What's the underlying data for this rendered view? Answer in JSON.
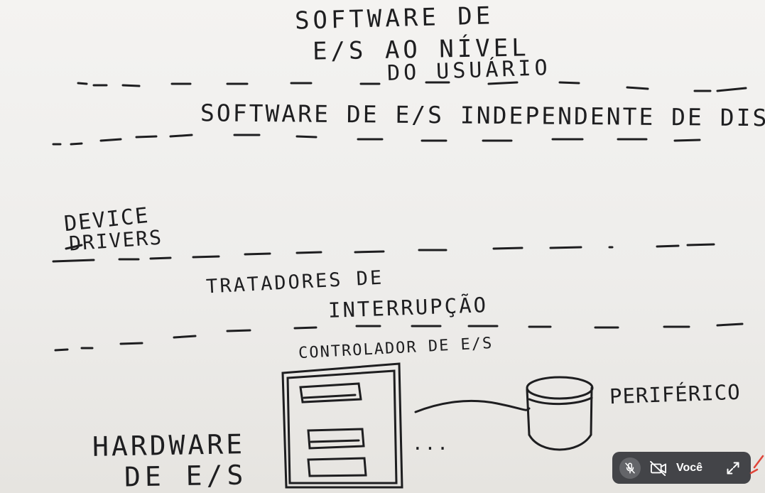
{
  "whiteboard": {
    "layer_user": [
      "SOFTWARE DE",
      "E/S AO NÍVEL",
      "DO USUÁRIO"
    ],
    "layer_independent": "SOFTWARE DE E/S INDEPENDENTE DE DISP.",
    "layer_drivers": [
      "DEVICE",
      "DRIVERS"
    ],
    "layer_interrupts": [
      "TRATADORES DE",
      "INTERRUPÇÃO"
    ],
    "controller_label": "CONTROLADOR DE E/S",
    "peripheral_label": "PERIFÉRICO",
    "layer_hardware": [
      "HARDWARE",
      "DE E/S"
    ],
    "ellipsis": "..."
  },
  "call_controls": {
    "mic_icon": "mic-off-icon",
    "camera_icon": "camera-off-icon",
    "self_label": "Você",
    "expand_icon": "expand-icon",
    "pen_icon": "pen-icon",
    "icon_color": "#ffffff",
    "bar_color": "#2c2e32",
    "pen_color": "#e0453a"
  }
}
